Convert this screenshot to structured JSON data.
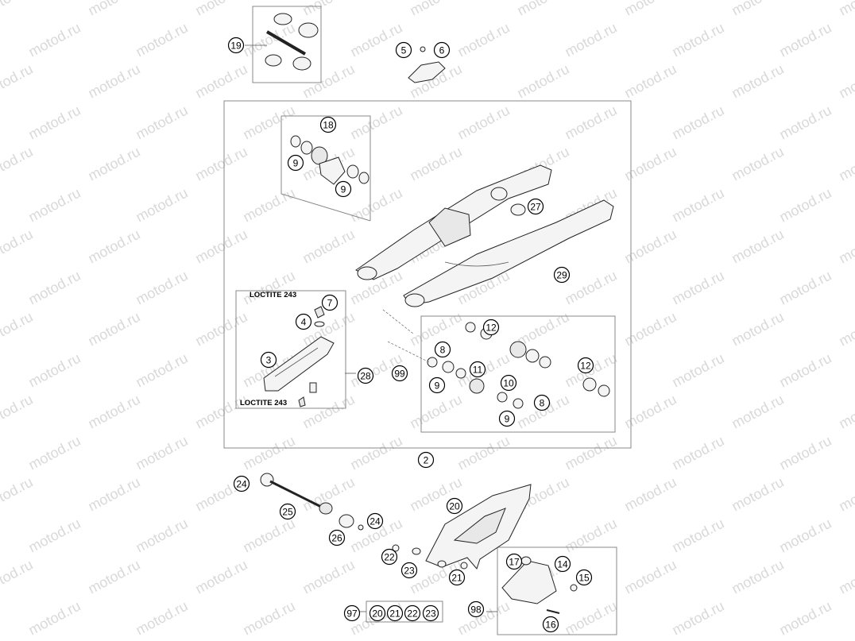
{
  "watermark": "motod.ru",
  "notes": [
    "LOCTITE 243",
    "LOCTITE 243"
  ],
  "callouts": [
    "19",
    "5",
    "6",
    "18",
    "9",
    "9",
    "27",
    "29",
    "7",
    "4",
    "3",
    "28",
    "12",
    "8",
    "99",
    "11",
    "9",
    "10",
    "12",
    "8",
    "9",
    "2",
    "24",
    "25",
    "20",
    "24",
    "26",
    "22",
    "23",
    "21",
    "17",
    "14",
    "15",
    "97",
    "20",
    "21",
    "22",
    "23",
    "98",
    "16"
  ]
}
